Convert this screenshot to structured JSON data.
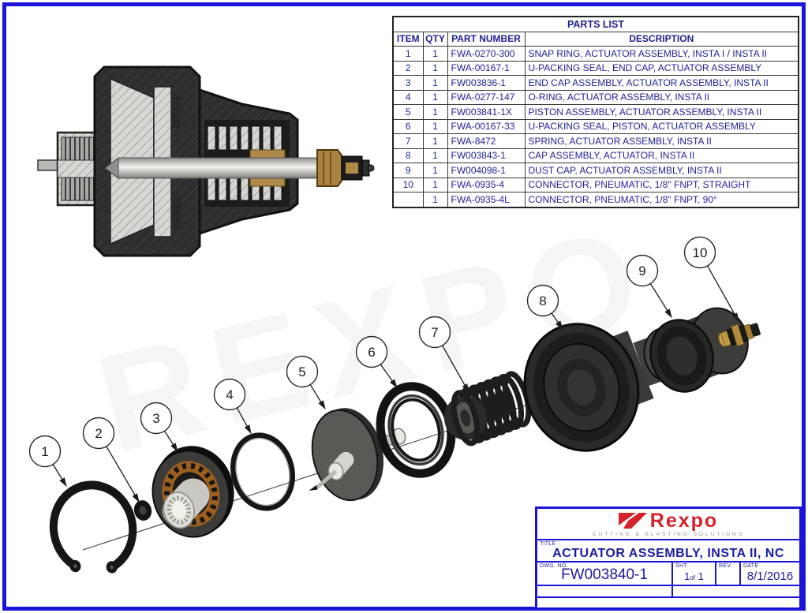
{
  "page": {
    "border_color": "#1b15d8",
    "background": "#ffffff"
  },
  "watermark": "REXPO",
  "parts_list": {
    "title": "PARTS LIST",
    "headers": [
      "ITEM",
      "QTY",
      "PART NUMBER",
      "DESCRIPTION"
    ],
    "rows": [
      [
        "1",
        "1",
        "FWA-0270-300",
        "SNAP RING, ACTUATOR ASSEMBLY, INSTA I / INSTA II"
      ],
      [
        "2",
        "1",
        "FWA-00167-1",
        "U-PACKING SEAL, END CAP, ACTUATOR ASSEMBLY"
      ],
      [
        "3",
        "1",
        "FW003836-1",
        "END CAP ASSEMBLY, ACTUATOR ASSEMBLY, INSTA II"
      ],
      [
        "4",
        "1",
        "FWA-0277-147",
        "O-RING, ACTUATOR ASSEMBLY, INSTA II"
      ],
      [
        "5",
        "1",
        "FW003841-1X",
        "PISTON ASSEMBLY, ACTUATOR ASSEMBLY, INSTA II"
      ],
      [
        "6",
        "1",
        "FWA-00167-33",
        "U-PACKING SEAL, PISTON, ACTUATOR ASSEMBLY"
      ],
      [
        "7",
        "1",
        "FWA-8472",
        "SPRING, ACTUATOR ASSEMBLY, INSTA II"
      ],
      [
        "8",
        "1",
        "FW003843-1",
        "CAP ASSEMBLY, ACTUATOR, INSTA II"
      ],
      [
        "9",
        "1",
        "FW004098-1",
        "DUST CAP, ACTUATOR ASSEMBLY, INSTA II"
      ],
      [
        "10",
        "1",
        "FWA-0935-4",
        "CONNECTOR, PNEUMATIC, 1/8\" FNPT, STRAIGHT"
      ],
      [
        "",
        "1",
        "FWA-0935-4L",
        "CONNECTOR, PNEUMATIC, 1/8\" FNPT, 90°"
      ]
    ]
  },
  "exploded": {
    "balloons": [
      "1",
      "2",
      "3",
      "4",
      "5",
      "6",
      "7",
      "8",
      "9",
      "10"
    ]
  },
  "title_block": {
    "logo_text": "Rexpo",
    "logo_subtext": "CUTTING & BLASTING SOLUTIONS",
    "title_label": "TITLE",
    "title": "ACTUATOR ASSEMBLY, INSTA II, NC",
    "dwg_label": "DWG. NO.",
    "dwg_no": "FW003840-1",
    "sheet_label": "SHT.",
    "sheet_current": "1",
    "sheet_word": "of",
    "sheet_total": "1",
    "rev_label": "REV.",
    "rev": "",
    "date_label": "DATE",
    "date": "8/1/2016"
  },
  "colors": {
    "accent_blue": "#1b15d8",
    "text_navy": "#1f1f96",
    "logo_red": "#d4232a",
    "brass": "#b08a4a"
  }
}
